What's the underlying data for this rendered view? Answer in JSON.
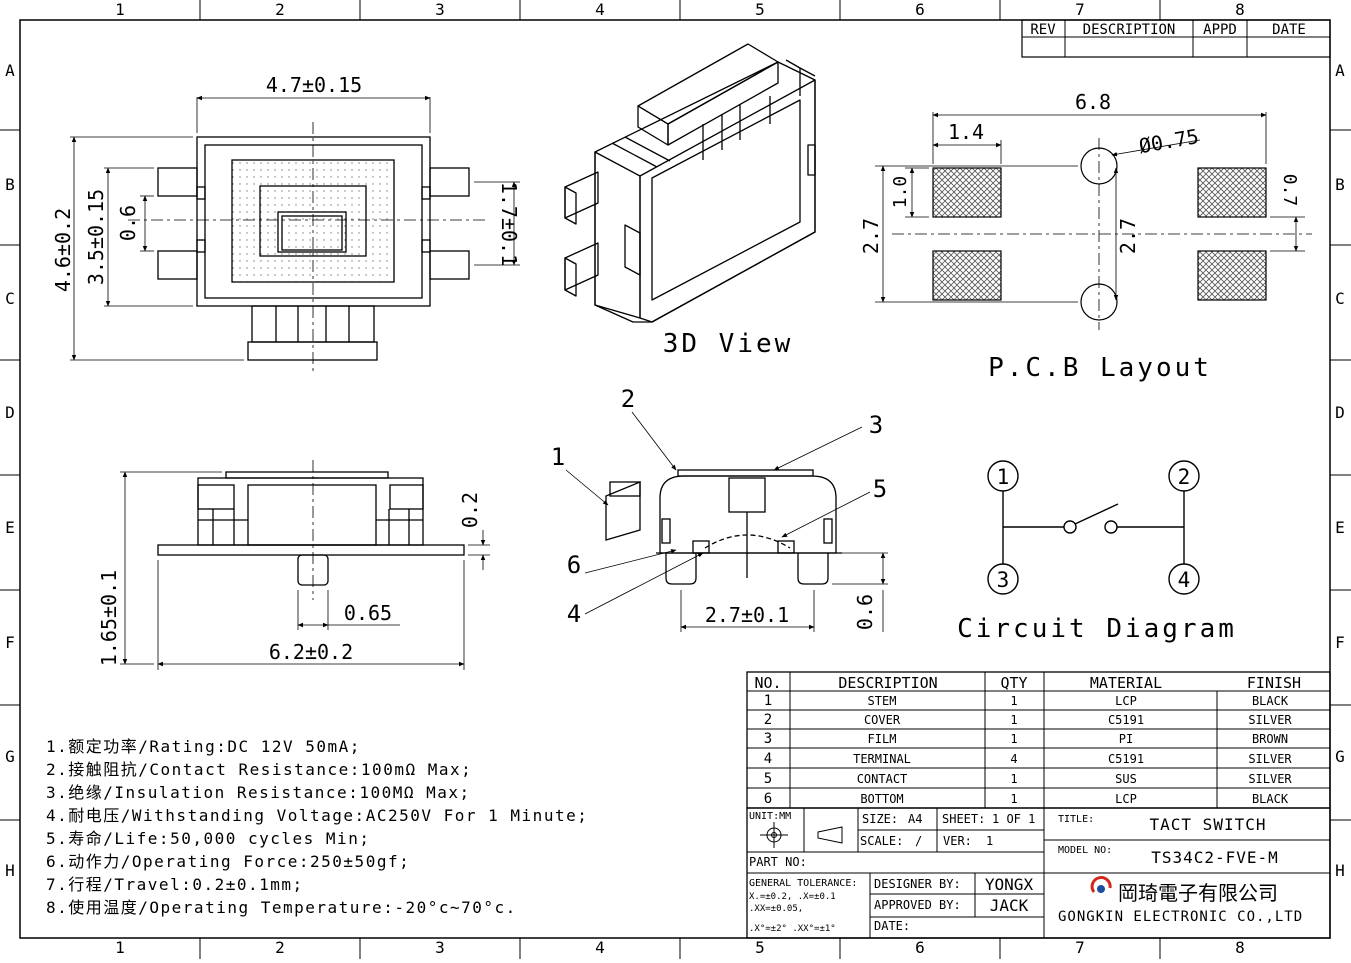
{
  "grid": {
    "columns": [
      "1",
      "2",
      "3",
      "4",
      "5",
      "6",
      "7",
      "8"
    ],
    "rows": [
      "A",
      "B",
      "C",
      "D",
      "E",
      "F",
      "G",
      "H"
    ]
  },
  "revision_table": {
    "headers": [
      "REV",
      "DESCRIPTION",
      "APPD",
      "DATE"
    ]
  },
  "top_view": {
    "dim_width": "4.7±0.15",
    "dim_height": "4.6±0.2",
    "dim_inner_height": "3.5±0.15",
    "dim_gap": "0.6",
    "dim_right": "1.7±0.1"
  },
  "view_3d": {
    "label": "3D View"
  },
  "pcb_layout": {
    "label": "P.C.B Layout",
    "dim_total": "6.8",
    "dim_pad_w": "1.4",
    "dim_hole": "Ø0.75",
    "dim_pad_h": "1.0",
    "dim_right": "0.7",
    "dim_height_left": "2.7",
    "dim_height_center": "2.7"
  },
  "side_view": {
    "dim_height": "0.2",
    "dim_total_h": "1.65±0.1",
    "dim_pin": "0.65",
    "dim_width": "6.2±0.2"
  },
  "section_view": {
    "callouts": [
      "1",
      "2",
      "3",
      "4",
      "5",
      "6"
    ],
    "dim_width": "2.7±0.1",
    "dim_height": "0.6"
  },
  "circuit": {
    "label": "Circuit Diagram",
    "nodes": [
      "1",
      "2",
      "3",
      "4"
    ]
  },
  "notes": [
    "1.额定功率/Rating:DC 12V 50mA;",
    "2.接触阻抗/Contact Resistance:100mΩ Max;",
    "3.绝缘/Insulation Resistance:100MΩ Max;",
    "4.耐电压/Withstanding Voltage:AC250V For 1 Minute;",
    "5.寿命/Life:50,000 cycles Min;",
    "6.动作力/Operating Force:250±50gf;",
    "7.行程/Travel:0.2±0.1mm;",
    "8.使用温度/Operating Temperature:-20°c~70°c."
  ],
  "bom": {
    "headers": [
      "NO.",
      "DESCRIPTION",
      "QTY",
      "MATERIAL",
      "FINISH"
    ],
    "rows": [
      [
        "1",
        "STEM",
        "1",
        "LCP",
        "BLACK"
      ],
      [
        "2",
        "COVER",
        "1",
        "C5191",
        "SILVER"
      ],
      [
        "3",
        "FILM",
        "1",
        "PI",
        "BROWN"
      ],
      [
        "4",
        "TERMINAL",
        "4",
        "C5191",
        "SILVER"
      ],
      [
        "5",
        "CONTACT",
        "1",
        "SUS",
        "SILVER"
      ],
      [
        "6",
        "BOTTOM",
        "1",
        "LCP",
        "BLACK"
      ]
    ]
  },
  "title_block": {
    "unit_label": "UNIT:MM",
    "size_label": "SIZE:",
    "size_value": "A4",
    "sheet_label": "SHEET:",
    "sheet_value": "1 OF 1",
    "scale_label": "SCALE:",
    "scale_value": "/",
    "ver_label": "VER:",
    "ver_value": "1",
    "title_label": "TITLE:",
    "title_value": "TACT SWITCH",
    "model_label": "MODEL NO:",
    "model_value": "TS34C2-FVE-M",
    "part_label": "PART NO:",
    "tolerance_label": "GENERAL TOLERANCE:",
    "tol_line1": "X.=±0.2,    .X=±0.1",
    "tol_line2": ".XX=±0.05,",
    "tol_line3": ".X°=±2°  .XX°=±1°",
    "designer_label": "DESIGNER BY:",
    "designer_value": "YONGX",
    "approved_label": "APPROVED BY:",
    "approved_value": "JACK",
    "date_label": "DATE:",
    "company_cn": "岡琦電子有限公司",
    "company_en": "GONGKIN ELECTRONIC CO.,LTD"
  }
}
